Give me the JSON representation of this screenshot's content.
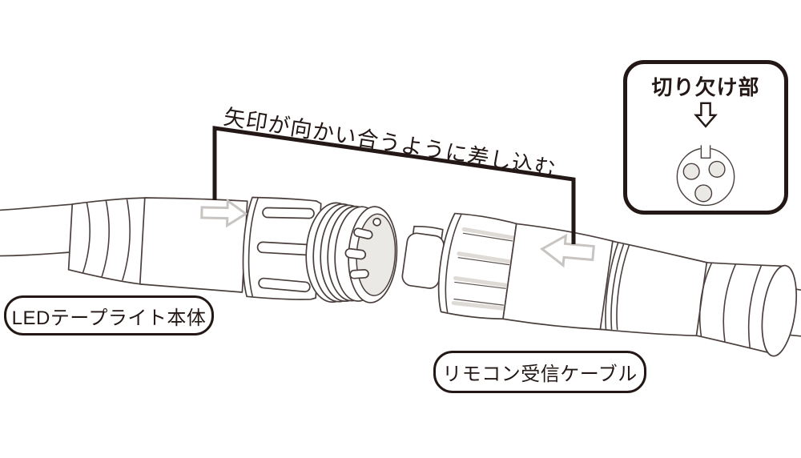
{
  "figure": {
    "instruction": "矢印が向かい合うように差し込む",
    "label_left": "LEDテープライト本体",
    "label_right": "リモコン受信ケーブル",
    "inset_title": "切り欠け部"
  },
  "colors": {
    "ink": "#231815",
    "line": "#4a3f3c",
    "light_line": "#c8c4c1",
    "gray_fill": "#ebe9e6",
    "background": "#ffffff"
  }
}
